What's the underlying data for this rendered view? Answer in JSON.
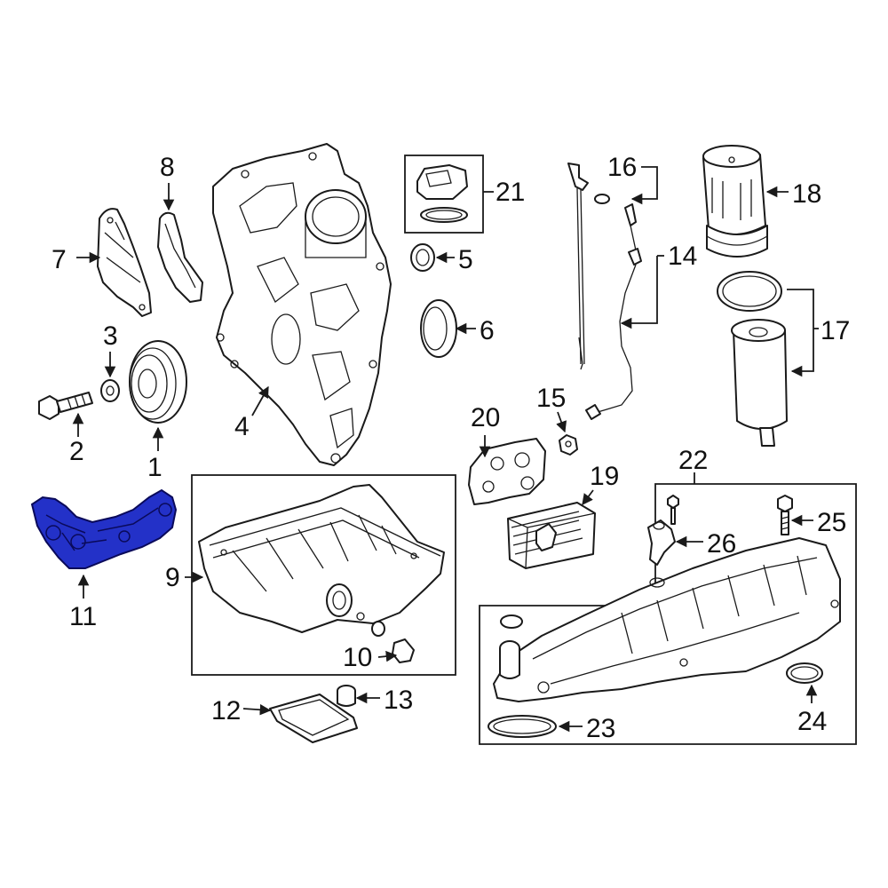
{
  "colors": {
    "highlight": "#2331c8",
    "line": "#1a1a1a",
    "background": "#ffffff"
  },
  "highlighted_part": "11",
  "callouts": {
    "c1": "1",
    "c2": "2",
    "c3": "3",
    "c4": "4",
    "c5": "5",
    "c6": "6",
    "c7": "7",
    "c8": "8",
    "c9": "9",
    "c10": "10",
    "c11": "11",
    "c12": "12",
    "c13": "13",
    "c14": "14",
    "c15": "15",
    "c16": "16",
    "c17": "17",
    "c18": "18",
    "c19": "19",
    "c20": "20",
    "c21": "21",
    "c22": "22",
    "c23": "23",
    "c24": "24",
    "c25": "25",
    "c26": "26"
  }
}
